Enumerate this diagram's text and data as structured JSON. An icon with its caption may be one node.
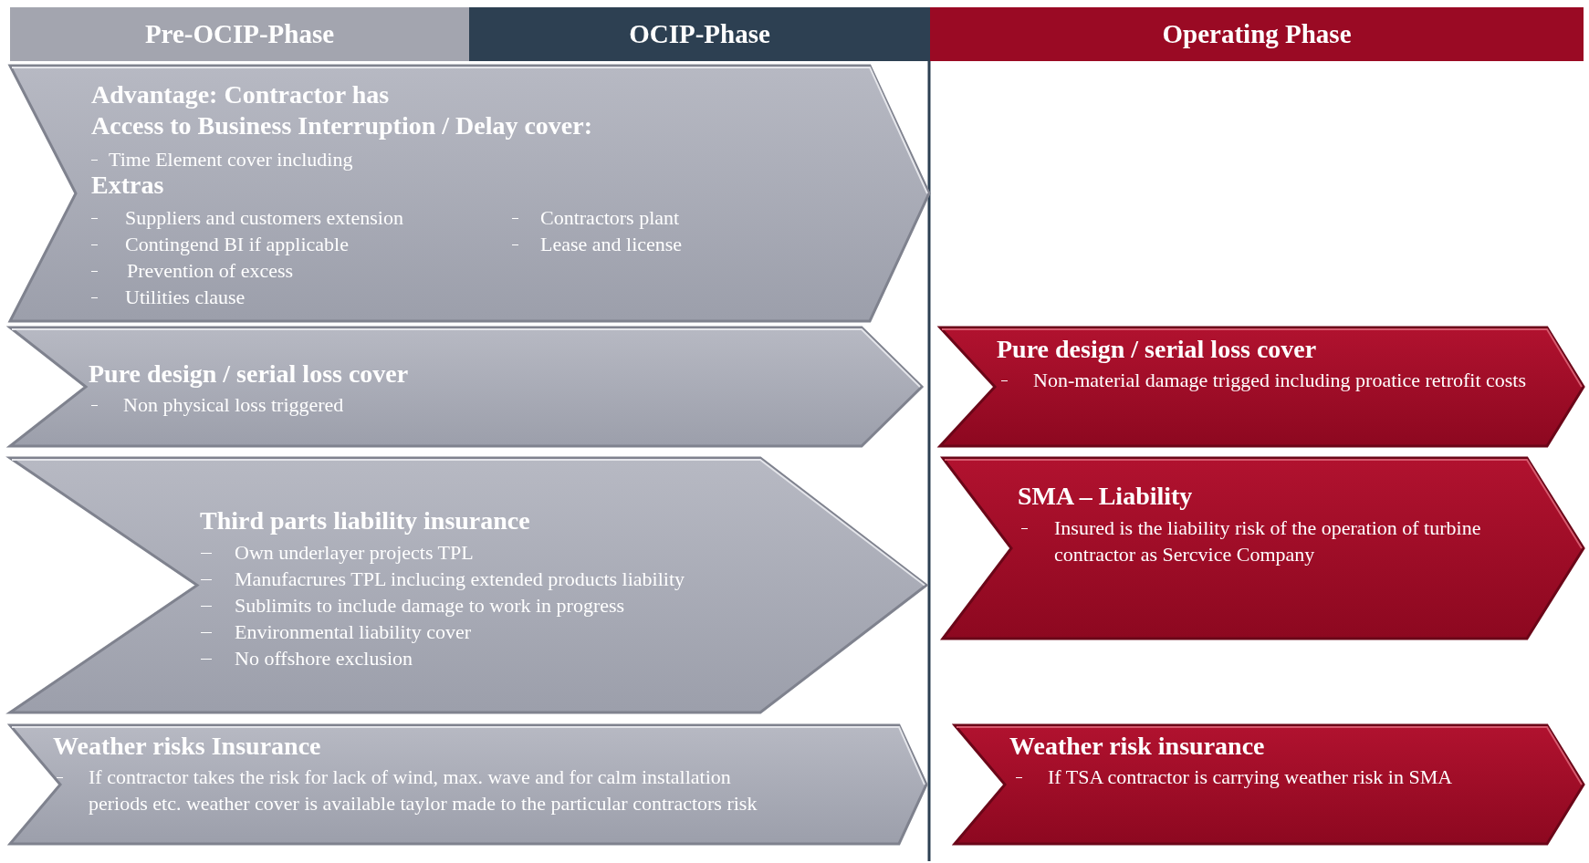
{
  "diagram": {
    "nodes": [
      {
        "text": [
          "Pre-OCIP-Phase"
        ]
      },
      {
        "text": [
          "OCIP-Phase"
        ]
      },
      {
        "text": [
          "Operating Phase"
        ]
      },
      {
        "text": [
          "Advantage: Contractor has",
          "Access to Business Interruption / Delay cover:",
          "Time Element cover including",
          "Extras",
          "Suppliers and customers extension",
          "Contractors plant",
          "Contingend BI if applicable",
          "Lease and license",
          "Prevention of excess",
          "Utilities clause"
        ]
      },
      {
        "text": [
          "Pure design / serial loss cover",
          "Non physical loss triggered"
        ]
      },
      {
        "text": [
          "Pure design / serial loss cover",
          "Non-material damage trigged including proatice retrofit costs"
        ]
      },
      {
        "text": [
          "Third parts liability insurance",
          "Own underlayer projects TPL",
          "Manufacrures TPL inclucing extended products liability",
          "Sublimits to include damage to work in progress",
          "Environmental liability cover",
          "No offshore exclusion"
        ]
      },
      {
        "text": [
          "SMA – Liability",
          "Insured is the liability risk of the operation of turbine contractor as Sercvice Company"
        ]
      },
      {
        "text": [
          "Weather risks Insurance",
          "If contractor takes the risk for lack of wind, max. wave and for calm installation periods etc. weather cover is available taylor made to the particular contractors risk"
        ]
      },
      {
        "text": [
          "Weather risk insurance",
          "If TSA contractor is carrying weather risk in SMA"
        ]
      }
    ]
  }
}
